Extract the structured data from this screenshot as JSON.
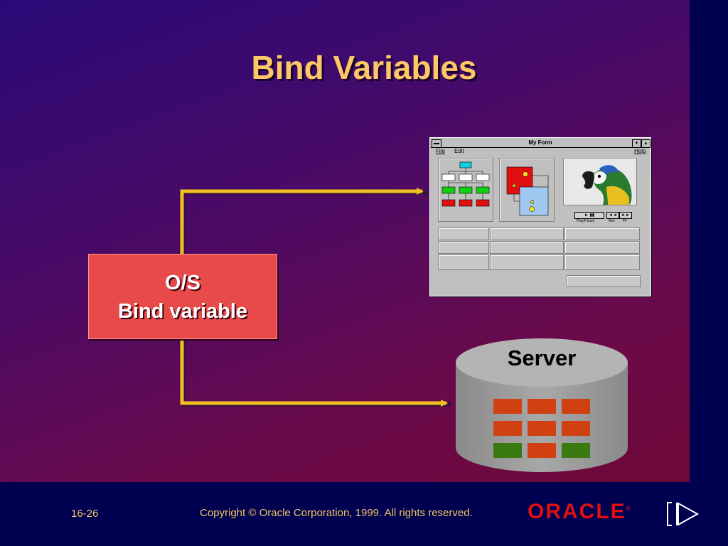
{
  "slide": {
    "title": "Bind Variables",
    "os_box": {
      "line1": "O/S",
      "line2": "Bind variable"
    },
    "server_label": "Server"
  },
  "form_window": {
    "title": "My Form",
    "menu": {
      "file": "File",
      "edit": "Edit",
      "help": "Help"
    },
    "media": {
      "play_pause": "Play/Pause",
      "rev": "Rev",
      "ff": "FF"
    }
  },
  "footer": {
    "page_number": "16-26",
    "copyright": "Copyright © Oracle Corporation, 1999. All rights reserved.",
    "logo": "ORACLE"
  },
  "colors": {
    "title": "#ffc866",
    "connector": "#f0c020",
    "os_box": "#e84a4a",
    "server_cell_red": "#d04010",
    "server_cell_green": "#3a7a10"
  }
}
